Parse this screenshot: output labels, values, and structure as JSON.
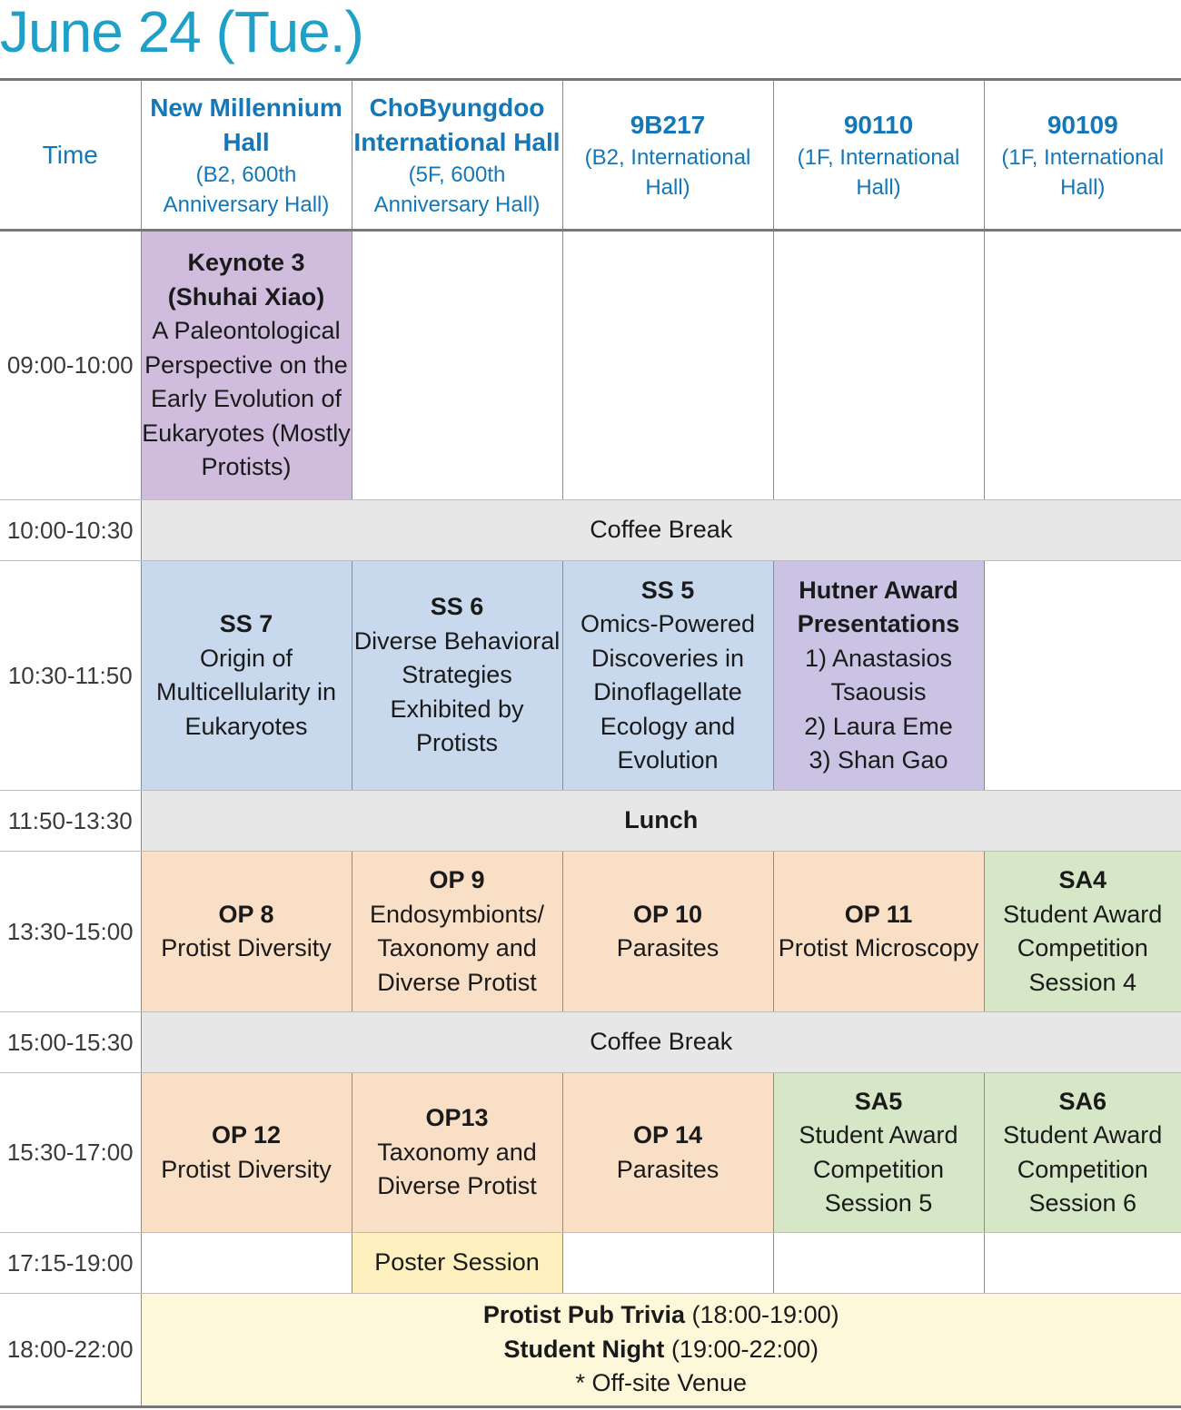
{
  "title": "June 24 (Tue.)",
  "header": {
    "time_label": "Time",
    "venues": [
      {
        "name": "New Millennium Hall",
        "sub": "(B2, 600th Anniversary Hall)"
      },
      {
        "name": "ChoByungdoo International Hall",
        "sub": "(5F, 600th Anniversary Hall)"
      },
      {
        "name": "9B217",
        "sub": "(B2, International Hall)"
      },
      {
        "name": "90110",
        "sub": "(1F, International Hall)"
      },
      {
        "name": "90109",
        "sub": "(1F, International Hall)"
      }
    ]
  },
  "rows": {
    "r1": {
      "time": "09:00-10:00",
      "keynote": {
        "title": "Keynote 3 (Shuhai Xiao)",
        "desc": "A Paleontological Perspective on the Early Evolution of Eukaryotes (Mostly Protists)"
      }
    },
    "r2": {
      "time": "10:00-10:30",
      "label": "Coffee Break"
    },
    "r3": {
      "time": "10:30-11:50",
      "ss7": {
        "title": "SS 7",
        "desc": "Origin of Multicellularity in Eukaryotes"
      },
      "ss6": {
        "title": "SS 6",
        "desc": "Diverse Behavioral Strategies Exhibited by Protists"
      },
      "ss5": {
        "title": "SS 5",
        "desc": "Omics-Powered Discoveries in Dinoflagellate Ecology and Evolution"
      },
      "hutner": {
        "title": "Hutner Award Presentations",
        "items": [
          "1) Anastasios Tsaousis",
          "2) Laura Eme",
          "3) Shan Gao"
        ]
      }
    },
    "r4": {
      "time": "11:50-13:30",
      "label": "Lunch"
    },
    "r5": {
      "time": "13:30-15:00",
      "op8": {
        "title": "OP 8",
        "desc": "Protist Diversity"
      },
      "op9": {
        "title": "OP 9",
        "desc": "Endosymbionts/ Taxonomy and Diverse Protist"
      },
      "op10": {
        "title": "OP 10",
        "desc": "Parasites"
      },
      "op11": {
        "title": "OP 11",
        "desc": "Protist Microscopy"
      },
      "sa4": {
        "title": "SA4",
        "desc": "Student Award Competition Session 4"
      }
    },
    "r6": {
      "time": "15:00-15:30",
      "label": "Coffee Break"
    },
    "r7": {
      "time": "15:30-17:00",
      "op12": {
        "title": "OP 12",
        "desc": "Protist Diversity"
      },
      "op13": {
        "title": "OP13",
        "desc": "Taxonomy and Diverse Protist"
      },
      "op14": {
        "title": "OP 14",
        "desc": "Parasites"
      },
      "sa5": {
        "title": "SA5",
        "desc": "Student Award Competition Session 5"
      },
      "sa6": {
        "title": "SA6",
        "desc": "Student Award Competition Session 6"
      }
    },
    "r8": {
      "time": "17:15-19:00",
      "poster": "Poster Session"
    },
    "r9": {
      "time": "18:00-22:00",
      "trivia_name": "Protist Pub Trivia",
      "trivia_time": "(18:00-19:00)",
      "night_name": "Student Night",
      "night_time": "(19:00-22:00)",
      "note": "* Off-site Venue"
    }
  },
  "colors": {
    "title": "#1ea0c8",
    "header_text": "#1477b8",
    "keynote": "#d0bddd",
    "special_session": "#c8d9ee",
    "award": "#cac3e3",
    "oral": "#f9dfc6",
    "student_award": "#d5e7c7",
    "break": "#e7e7e7",
    "poster": "#fdefbe",
    "evening": "#fdf8da"
  }
}
